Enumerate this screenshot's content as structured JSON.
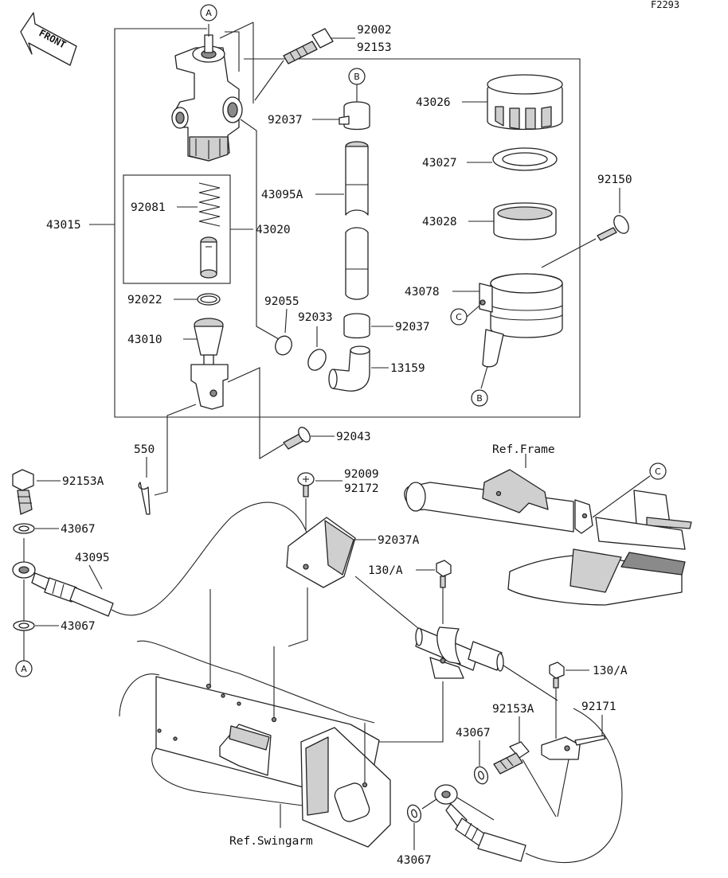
{
  "figure_code": "F2293",
  "front_label": "FRONT",
  "callout_letters": {
    "a": "A",
    "b": "B",
    "c": "C"
  },
  "part_numbers": {
    "p92002": "92002",
    "p92153": "92153",
    "p43026": "43026",
    "p92037_top": "92037",
    "p43027": "43027",
    "p92150": "92150",
    "p43095A": "43095A",
    "p43015": "43015",
    "p92081": "92081",
    "p43020": "43020",
    "p43028": "43028",
    "p43078": "43078",
    "p92022": "92022",
    "p92055": "92055",
    "p92033": "92033",
    "p92037_mid": "92037",
    "p43010": "43010",
    "p13159": "13159",
    "p92043": "92043",
    "p550": "550",
    "p92153A_left": "92153A",
    "p43067_a": "43067",
    "p43095": "43095",
    "p43067_b": "43067",
    "p92009": "92009",
    "p92172": "92172",
    "p92037A": "92037A",
    "p130A_a": "130/A",
    "p130A_b": "130/A",
    "p92153A_right": "92153A",
    "p92171": "92171",
    "p43067_c": "43067",
    "p43067_d": "43067"
  },
  "reference_labels": {
    "frame": "Ref.Frame",
    "swingarm": "Ref.Swingarm"
  }
}
